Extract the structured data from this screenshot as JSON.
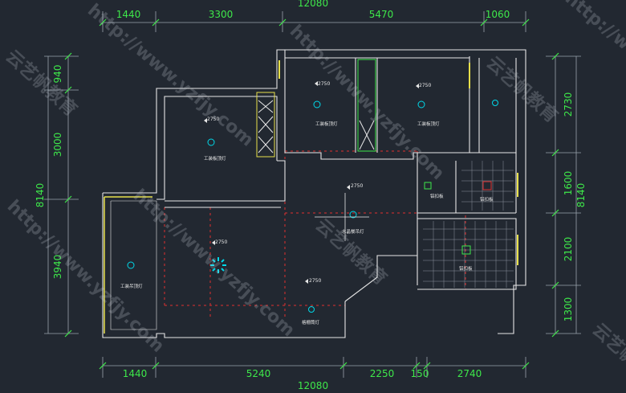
{
  "dimensions": {
    "top": {
      "total": "12080",
      "segments": [
        "1440",
        "3300",
        "5470",
        "1060"
      ]
    },
    "bottom": {
      "total": "12080",
      "segments": [
        "1440",
        "5240",
        "2250",
        "150",
        "2740"
      ]
    },
    "left": {
      "segments": [
        "940",
        "3000",
        "8140",
        "3940"
      ]
    },
    "right": {
      "segments": [
        "2730",
        "1600",
        "8140",
        "2100",
        "1300"
      ]
    }
  },
  "elevations": [
    "2750",
    "2750",
    "2750",
    "2750",
    "2750",
    "2750"
  ],
  "room_labels": {
    "r1": "工装板顶灯",
    "r2": "工装板顶灯",
    "r3": "工装板顶灯",
    "r4": "工装吊顶灯",
    "r5": "水晶餐吊灯",
    "r6": "格栅筒灯",
    "tile1": "铝扣板",
    "tile2": "铝扣板",
    "tile3": "铝扣板"
  },
  "watermark": {
    "url": "http://www.yzfjy.com",
    "brand": "云艺帆教育"
  },
  "colors": {
    "background": "#222831",
    "wall": "#e6e6e6",
    "dimension": "#3ee84a",
    "red_line": "#e03030",
    "cyan": "#00d8e8",
    "yellow": "#e8e04a"
  }
}
